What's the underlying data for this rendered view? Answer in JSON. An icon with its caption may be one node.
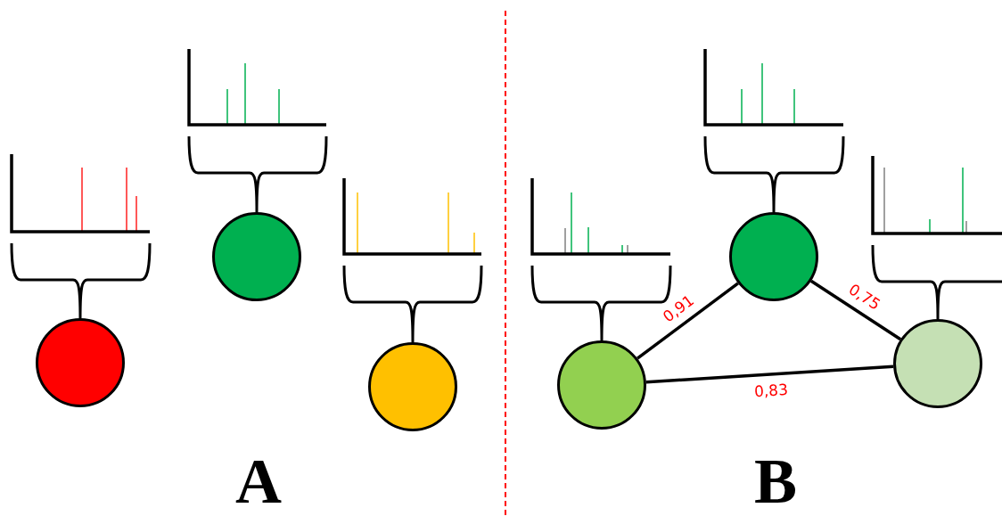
{
  "diagram": {
    "nodes": [
      {
        "text": [],
        "shape": "circle"
      },
      {
        "text": [],
        "shape": "circle"
      },
      {
        "text": [],
        "shape": "circle"
      },
      {
        "text": [],
        "shape": "circle"
      },
      {
        "text": [],
        "shape": "circle"
      },
      {
        "text": [],
        "shape": "circle"
      }
    ],
    "edges": [
      {
        "from": 3,
        "to": 4,
        "arrow": "none",
        "label": "0,91"
      },
      {
        "from": 4,
        "to": 5,
        "arrow": "none",
        "label": "0,75"
      },
      {
        "from": 3,
        "to": 5,
        "arrow": "none",
        "label": "0,83"
      }
    ],
    "labels": [
      "A",
      "B"
    ]
  }
}
